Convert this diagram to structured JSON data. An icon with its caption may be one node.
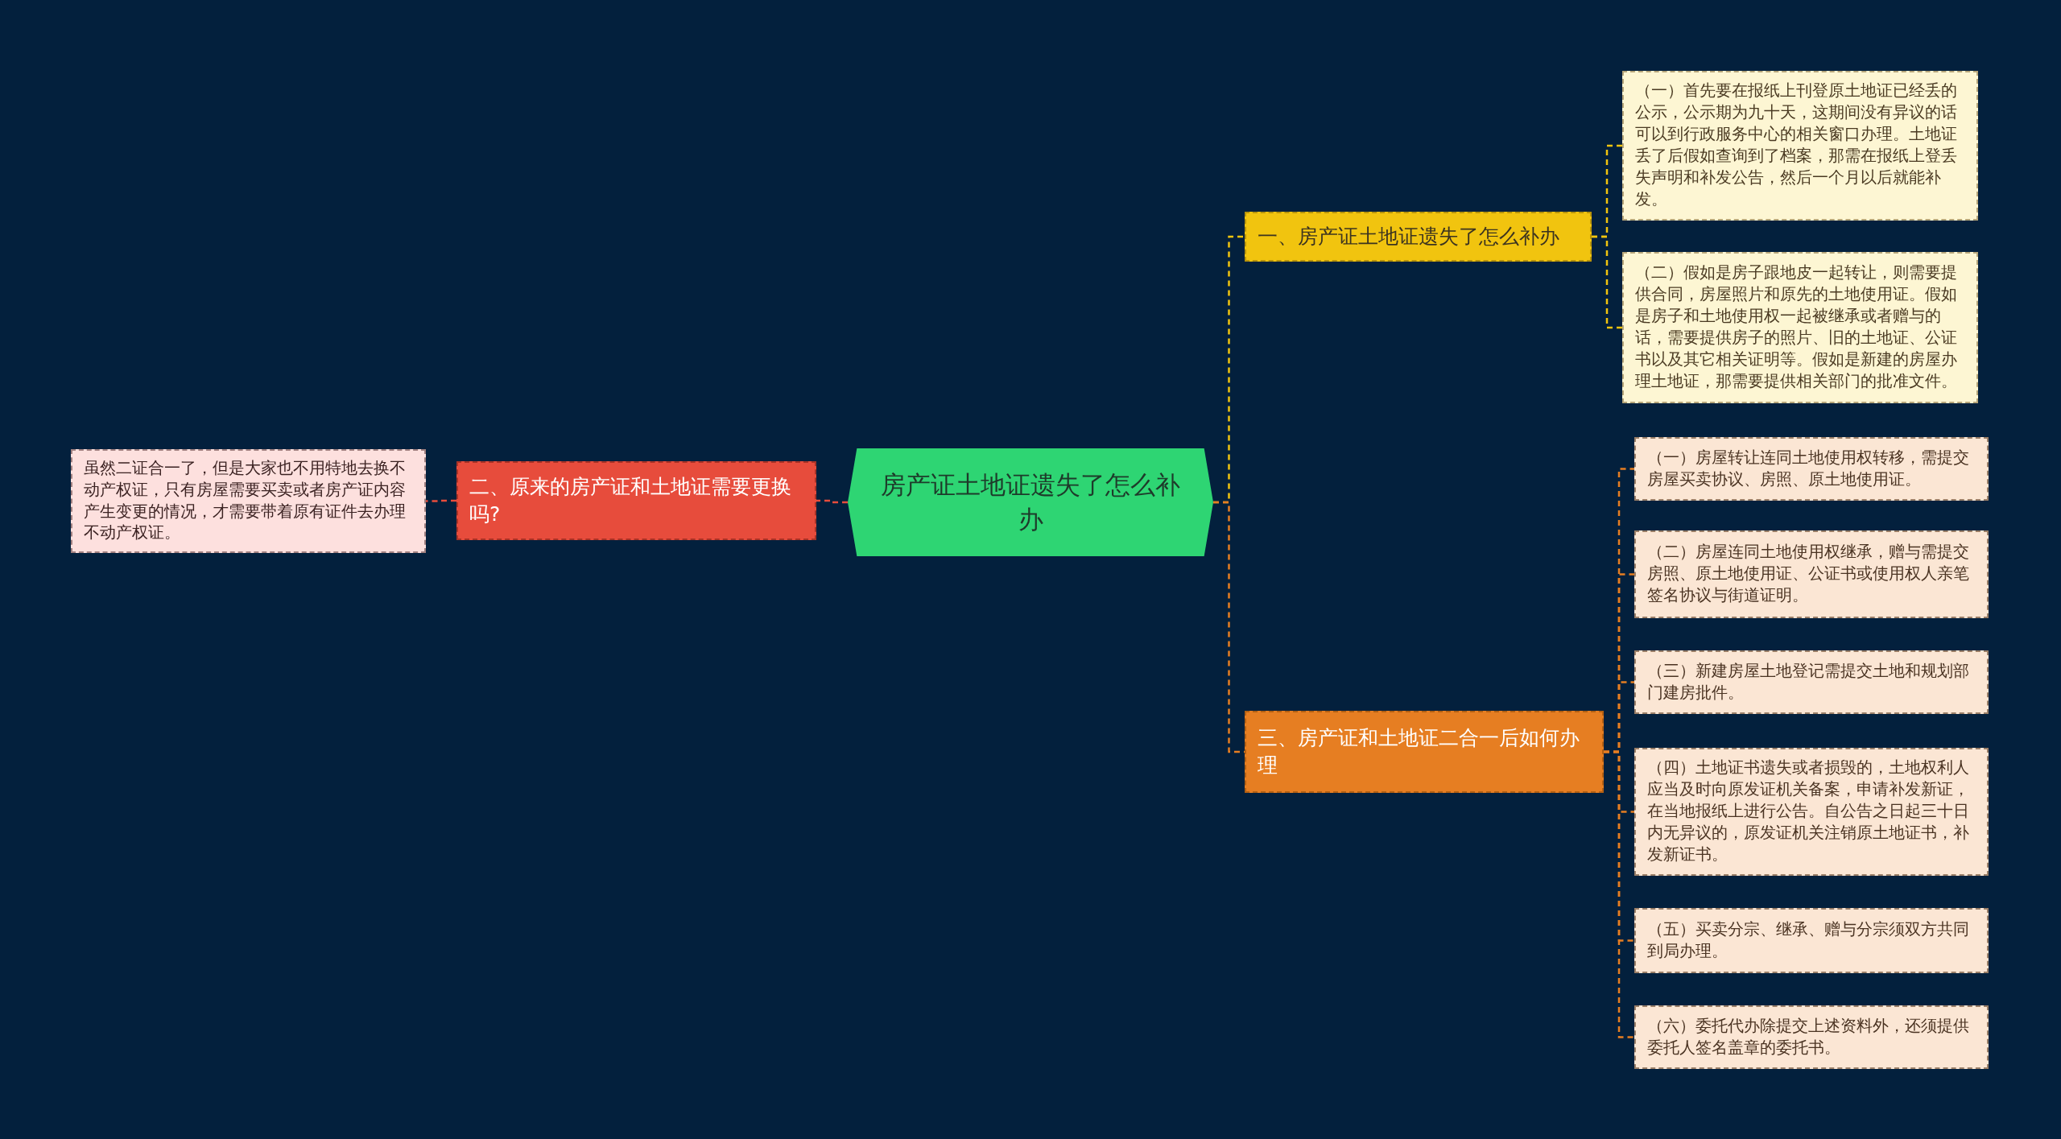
{
  "diagram": {
    "nodes": [
      {
        "text": [
          "房产证土地证遗失了怎么补办"
        ]
      },
      {
        "text": [
          "一、房产证土地证遗失了怎么补办"
        ]
      },
      {
        "text": [
          "（一）首先要在报纸上刊登原土地证已经丢的公示，公示期为九十天，这期间没有异议的话可以到行政服务中心的相关窗口办理。土地证丢了后假如查询到了档案，那需在报纸上登丢失声明和补发公告，然后一个月以后就能补发。"
        ]
      },
      {
        "text": [
          "（二）假如是房子跟地皮一起转让，则需要提供合同，房屋照片和原先的土地使用证。假如是房子和土地使用权一起被继承或者赠与的话，需要提供房子的照片、旧的土地证、公证书以及其它相关证明等。假如是新建的房屋办理土地证，那需要提供相关部门的批准文件。"
        ]
      },
      {
        "text": [
          "二、原来的房产证和土地证需要更换吗?"
        ]
      },
      {
        "text": [
          "虽然二证合一了，但是大家也不用特地去换不动产权证，只有房屋需要买卖或者房产证内容产生变更的情况，才需要带着原有证件去办理不动产权证。"
        ]
      },
      {
        "text": [
          "三、房产证和土地证二合一后如何办理"
        ]
      },
      {
        "text": [
          "（一）房屋转让连同土地使用权转移，需提交房屋买卖协议、房照、原土地使用证。"
        ]
      },
      {
        "text": [
          "（二）房屋连同土地使用权继承，赠与需提交房照、原土地使用证、公证书或使用权人亲笔签名协议与街道证明。"
        ]
      },
      {
        "text": [
          "（三）新建房屋土地登记需提交土地和规划部门建房批件。"
        ]
      },
      {
        "text": [
          "（四）土地证书遗失或者损毁的，土地权利人应当及时向原发证机关备案，申请补发新证，在当地报纸上进行公告。自公告之日起三十日内无异议的，原发证机关注销原土地证书，补发新证书。"
        ]
      },
      {
        "text": [
          "（五）买卖分宗、继承、赠与分宗须双方共同到局办理。"
        ]
      },
      {
        "text": [
          "（六）委托代办除提交上述资料外，还须提供委托人签名盖章的委托书。"
        ]
      }
    ],
    "edges": [
      {
        "from": 0,
        "to": 1,
        "arrow": "none",
        "style": "dashed",
        "color": "#f1c40f"
      },
      {
        "from": 1,
        "to": 2,
        "arrow": "none",
        "style": "dashed",
        "color": "#f1c40f"
      },
      {
        "from": 1,
        "to": 3,
        "arrow": "none",
        "style": "dashed",
        "color": "#f1c40f"
      },
      {
        "from": 0,
        "to": 4,
        "arrow": "none",
        "style": "dashed",
        "color": "#e74c3c"
      },
      {
        "from": 4,
        "to": 5,
        "arrow": "none",
        "style": "dashed",
        "color": "#e74c3c"
      },
      {
        "from": 0,
        "to": 6,
        "arrow": "none",
        "style": "dashed",
        "color": "#e67e22"
      },
      {
        "from": 6,
        "to": 7,
        "arrow": "none",
        "style": "dashed",
        "color": "#e67e22"
      },
      {
        "from": 6,
        "to": 8,
        "arrow": "none",
        "style": "dashed",
        "color": "#e67e22"
      },
      {
        "from": 6,
        "to": 9,
        "arrow": "none",
        "style": "dashed",
        "color": "#e67e22"
      },
      {
        "from": 6,
        "to": 10,
        "arrow": "none",
        "style": "dashed",
        "color": "#e67e22"
      },
      {
        "from": 6,
        "to": 11,
        "arrow": "none",
        "style": "dashed",
        "color": "#e67e22"
      },
      {
        "from": 6,
        "to": 12,
        "arrow": "none",
        "style": "dashed",
        "color": "#e67e22"
      }
    ]
  }
}
